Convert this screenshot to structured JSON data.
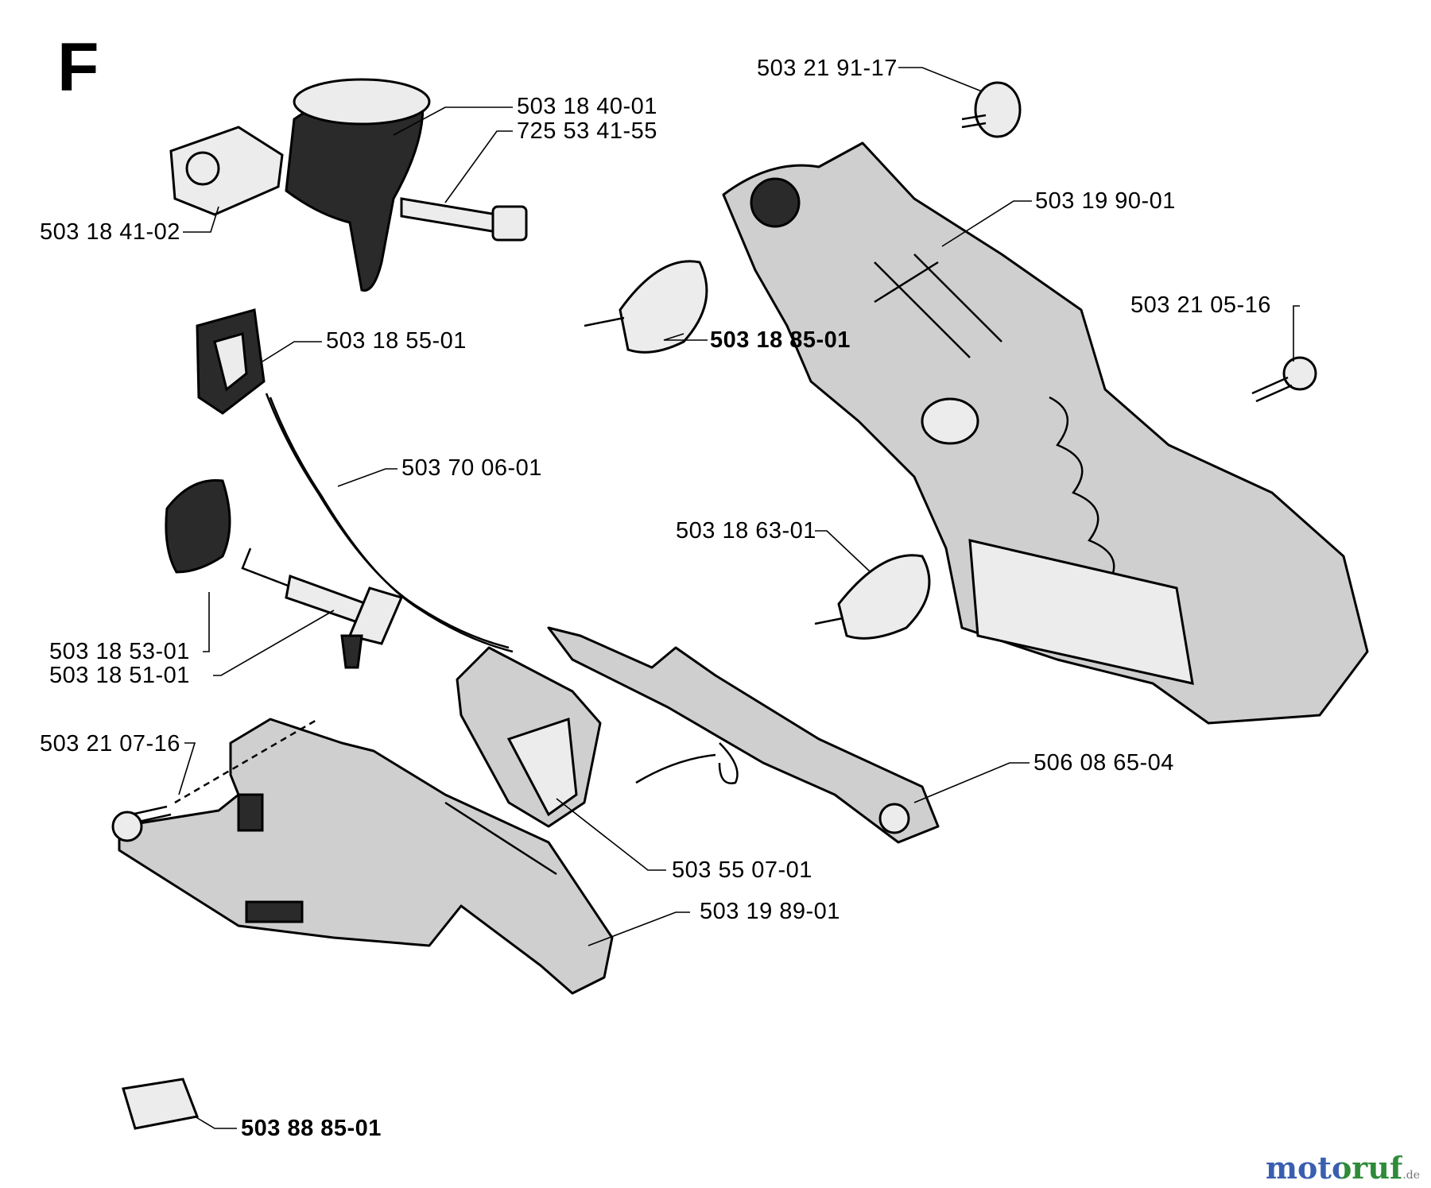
{
  "section_letter": "F",
  "labels": {
    "p503184001": "503 18 40-01",
    "p725534155": "725 53 41-55",
    "p503184102": "503 18 41-02",
    "p503185501": "503 18 55-01",
    "p503700601": "503 70 06-01",
    "p503185301": "503 18 53-01",
    "p503185101": "503 18 51-01",
    "p503210716": "503 21 07-16",
    "p503550701": "503 55 07-01",
    "p503198901": "503 19 89-01",
    "p503888501": "503 88 85-01",
    "p503219117": "503 21 91-17",
    "p503199001": "503 19 90-01",
    "p503210516": "503 21 05-16",
    "p503188501": "503 18 85-01",
    "p503186301": "503 18 63-01",
    "p506086504": "506 08 65-04"
  },
  "watermark": {
    "text": "motoruf",
    "suffix": ".de"
  },
  "colors": {
    "line": "#000000",
    "part_fill": "#cfcfcf",
    "watermark_blue": "#3a5fb0",
    "watermark_green": "#2e8b3a"
  }
}
